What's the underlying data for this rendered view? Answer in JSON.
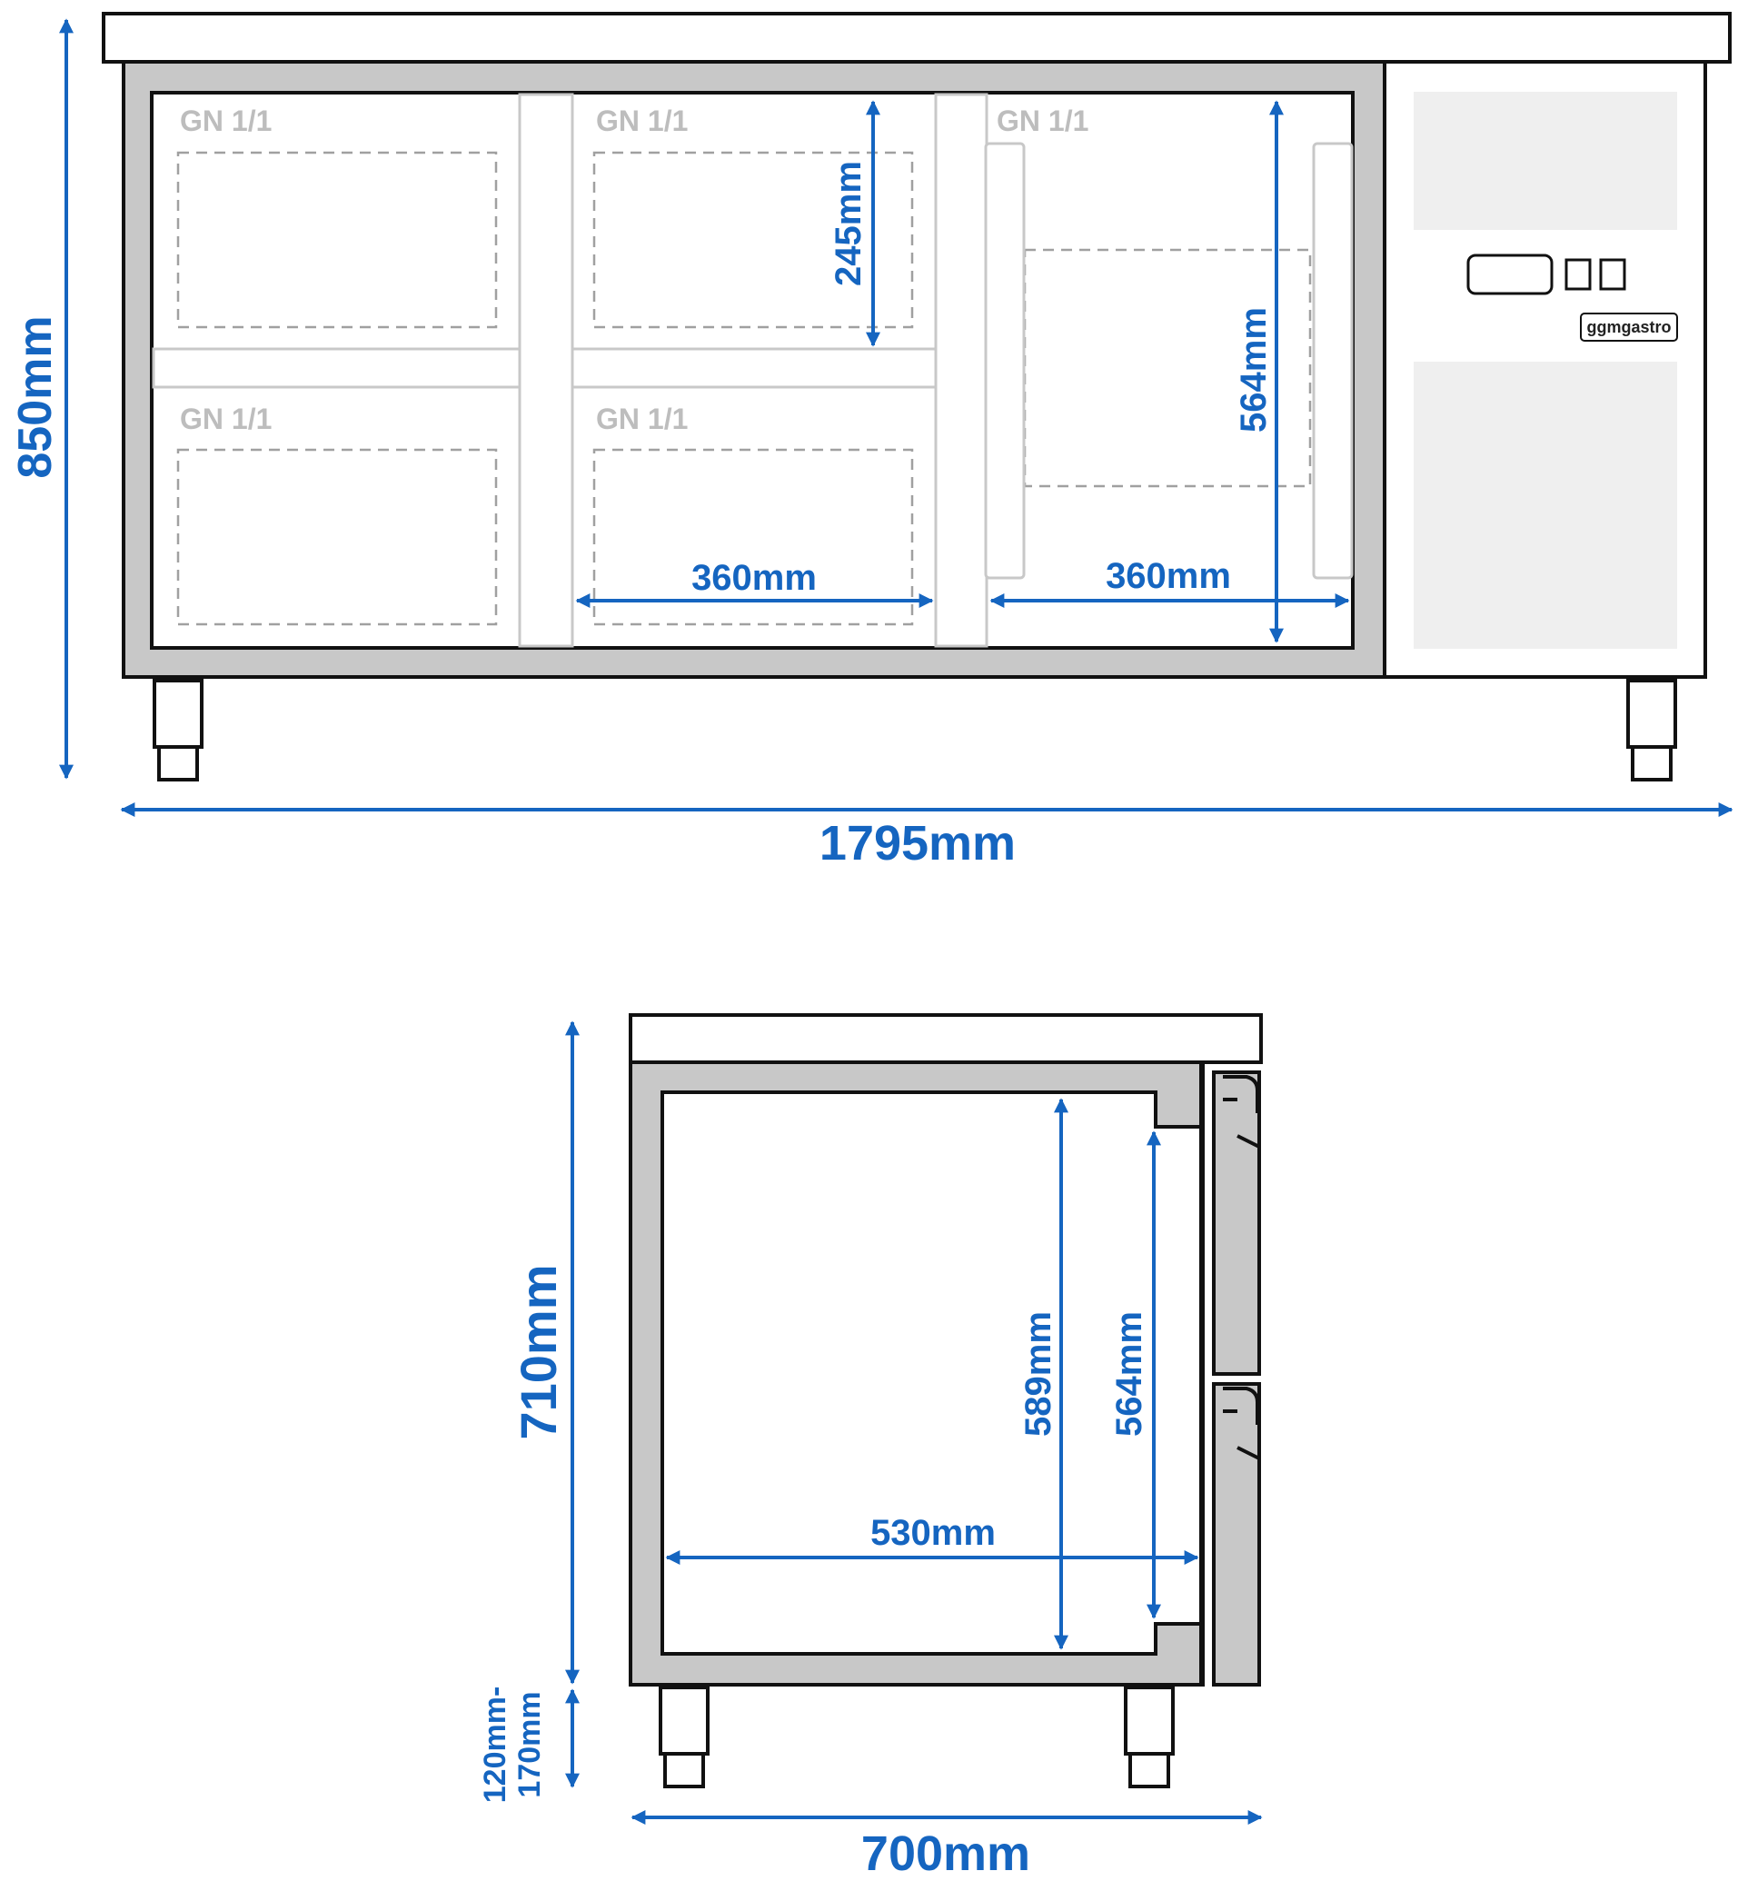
{
  "front_view": {
    "gn_labels": [
      "GN 1/1",
      "GN 1/1",
      "GN 1/1",
      "GN 1/1",
      "GN 1/1"
    ],
    "logo_text": "ggmgastro",
    "dimensions": {
      "height": "850mm",
      "width": "1795mm",
      "drawer_height": "245mm",
      "compartment_height": "564mm",
      "drawer_width": "360mm",
      "door_width": "360mm"
    }
  },
  "side_view": {
    "dimensions": {
      "body_height": "710mm",
      "leg_height_line1": "120mm-",
      "leg_height_line2": "170mm",
      "depth": "700mm",
      "inner_depth": "530mm",
      "inner_height_a": "589mm",
      "inner_height_b": "564mm"
    }
  },
  "colors": {
    "dimension": "#1565c0",
    "outline": "#111111",
    "steel": "#c8c8c8",
    "panel": "#efefef"
  }
}
